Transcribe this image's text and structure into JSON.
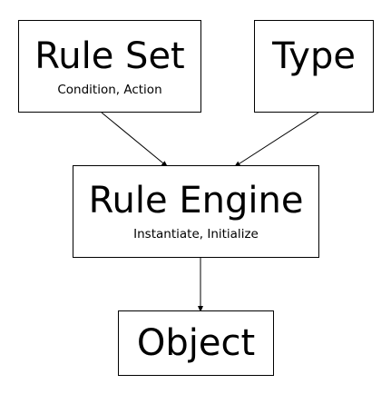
{
  "nodes": {
    "rule_set": {
      "title": "Rule Set",
      "subtitle": "Condition, Action"
    },
    "type": {
      "title": "Type"
    },
    "rule_engine": {
      "title": "Rule Engine",
      "subtitle": "Instantiate, Initialize"
    },
    "object": {
      "title": "Object"
    }
  },
  "edges": [
    {
      "from": "Rule Set",
      "to": "Rule Engine"
    },
    {
      "from": "Type",
      "to": "Rule Engine"
    },
    {
      "from": "Rule Engine",
      "to": "Object"
    }
  ]
}
